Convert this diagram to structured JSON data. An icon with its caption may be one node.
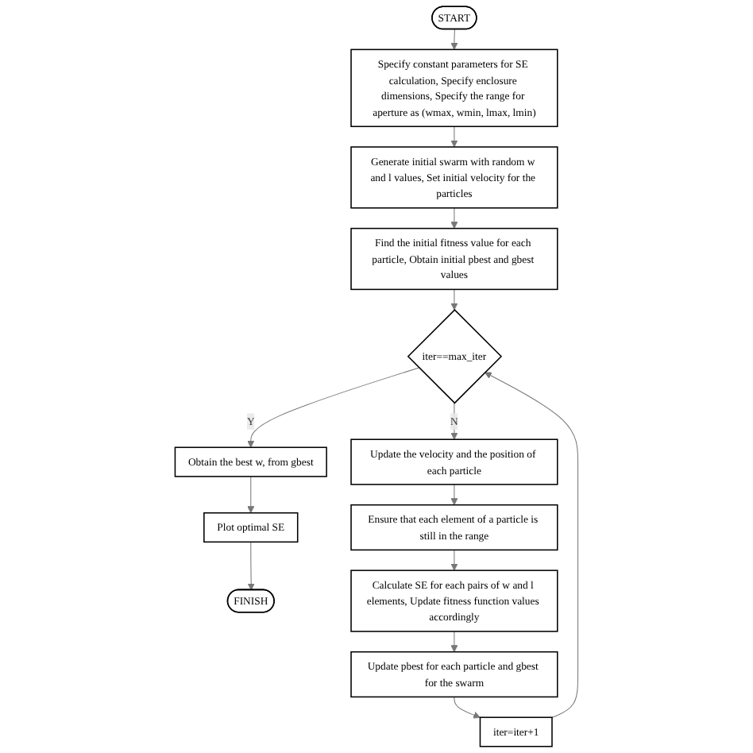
{
  "diagram": {
    "nodes": [
      {
        "text": [
          "START"
        ]
      },
      {
        "text": [
          "Specify constant parameters for SE calculation, Specify enclosure dimensions, Specify the range for aperture as (wmax, wmin, lmax, lmin)"
        ]
      },
      {
        "text": [
          "Generate initial swarm with random w and l values, Set initial velocity for the particles"
        ]
      },
      {
        "text": [
          "Find the initial fitness value for each particle, Obtain initial pbest and gbest values"
        ]
      },
      {
        "text": [
          "iter==max_iter"
        ]
      },
      {
        "text": [
          "Obtain the best w, from gbest"
        ]
      },
      {
        "text": [
          "Plot optimal SE"
        ]
      },
      {
        "text": [
          "FINISH"
        ]
      },
      {
        "text": [
          "Update the velocity and the position of each particle"
        ]
      },
      {
        "text": [
          "Ensure that each element of a particle is still in the range"
        ]
      },
      {
        "text": [
          "Calculate SE for each pairs of w and l elements, Update fitness function values accordingly"
        ]
      },
      {
        "text": [
          "Update pbest for each particle and gbest for the swarm"
        ]
      },
      {
        "text": [
          "iter=iter+1"
        ]
      }
    ],
    "edges": [
      {
        "from": 0,
        "to": 1,
        "arrow": "to"
      },
      {
        "from": 1,
        "to": 2,
        "arrow": "to"
      },
      {
        "from": 2,
        "to": 3,
        "arrow": "to"
      },
      {
        "from": 3,
        "to": 4,
        "arrow": "to"
      },
      {
        "from": 4,
        "to": 5,
        "arrow": "to",
        "label": "Y"
      },
      {
        "from": 5,
        "to": 6,
        "arrow": "to"
      },
      {
        "from": 6,
        "to": 7,
        "arrow": "to"
      },
      {
        "from": 4,
        "to": 8,
        "arrow": "to",
        "label": "N"
      },
      {
        "from": 8,
        "to": 9,
        "arrow": "to"
      },
      {
        "from": 9,
        "to": 10,
        "arrow": "to"
      },
      {
        "from": 10,
        "to": 11,
        "arrow": "to"
      },
      {
        "from": 11,
        "to": 12,
        "arrow": "to"
      },
      {
        "from": 12,
        "to": 4,
        "arrow": "to"
      }
    ]
  }
}
